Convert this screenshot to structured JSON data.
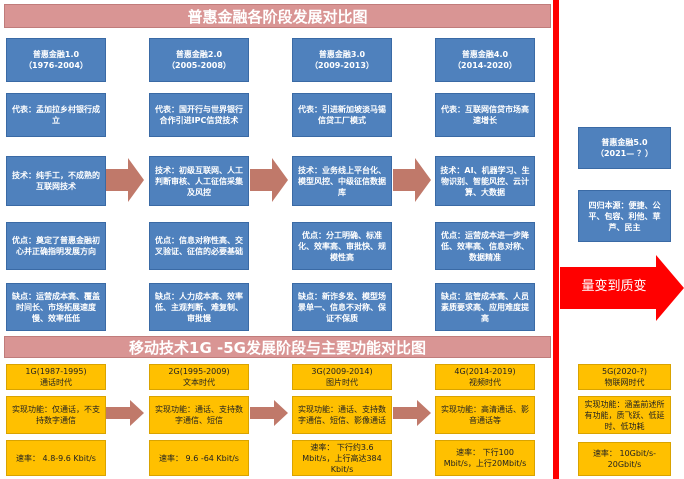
{
  "top": {
    "title": "普惠金融各阶段发展对比图",
    "columns": [
      {
        "stage": "普惠金融1.0\n（1976-2004）",
        "rep": "代表：孟加拉乡村银行成立",
        "tech": "技术：纯手工，不成熟的互联网技术",
        "adv": "优点：奠定了普惠金融初心并正确指明发展方向",
        "dis": "缺点：运营成本高、覆盖时间长、市场拓展速度慢、效率低低"
      },
      {
        "stage": "普惠金融2.0\n（2005-2008）",
        "rep": "代表：国开行与世界银行合作引进IPC信贷技术",
        "tech": "技术：初级互联网、人工判断审核、人工征信采集及风控",
        "adv": "优点：信息对称性高、交叉验证、征信的必要基础",
        "dis": "缺点：人力成本高、效率低、主观判断、难复制、审批慢"
      },
      {
        "stage": "普惠金融3.0\n（2009-2013）",
        "rep": "代表：引进新加坡淡马锡信贷工厂模式",
        "tech": "技术：业务线上平台化、模型风控、中级征信数据库",
        "adv": "优点：分工明确、标准化、效率高、审批快、规模性高",
        "dis": "缺点：新诈多发、模型场景单一、信息不对称、保证不保质"
      },
      {
        "stage": "普惠金融4.0\n（2014-2020）",
        "rep": "代表：互联网信贷市场高速增长",
        "tech": "技术：AI、机器学习、生物识别、智能风控、云计算、大数据",
        "adv": "优点：运营成本进一步降低、效率高、信息对称、数据精准",
        "dis": "缺点：监管成本高、人员素质要求高、应用难度提高"
      }
    ],
    "future": {
      "stage": "普惠金融5.0\n（2021— ？）",
      "features": "四归本源：便捷、公平、包容、利他、草芦、民主"
    },
    "arrow_label": "量变到质变"
  },
  "bottom": {
    "title": "移动技术1G -5G发展阶段与主要功能对比图",
    "columns": [
      {
        "era": "1G(1987-1995)\n通话时代",
        "func": "实现功能：仅通话，不支持数字通信",
        "speed": "速率： 4.8-9.6 Kbit/s"
      },
      {
        "era": "2G(1995-2009)\n文本时代",
        "func": "实现功能：通话、支持数字通信、短信",
        "speed": "速率： 9.6 -64 Kbit/s"
      },
      {
        "era": "3G(2009-2014)\n图片时代",
        "func": "实现功能：通话、支持数字通信、短信、影像通话",
        "speed": "速率： 下行约3.6 Mbit/s，上行高达384 Kbit/s"
      },
      {
        "era": "4G(2014-2019)\n视频时代",
        "func": "实现功能：高清通话、影音通话等",
        "speed": "速率： 下行100 Mbit/s，上行20Mbit/s"
      }
    ],
    "future": {
      "era": "5G(2020-?)\n物联网时代",
      "func": "实现功能：涵盖前述所有功能，质飞跃、低延时、低功耗",
      "speed": "速率： 10Gbit/s-20Gbit/s"
    }
  },
  "colors": {
    "banner": "#d99594",
    "blue_box": "#4f81bd",
    "yellow_box": "#ffc000",
    "arrow": "#c0796a",
    "divider": "#ff0000"
  }
}
